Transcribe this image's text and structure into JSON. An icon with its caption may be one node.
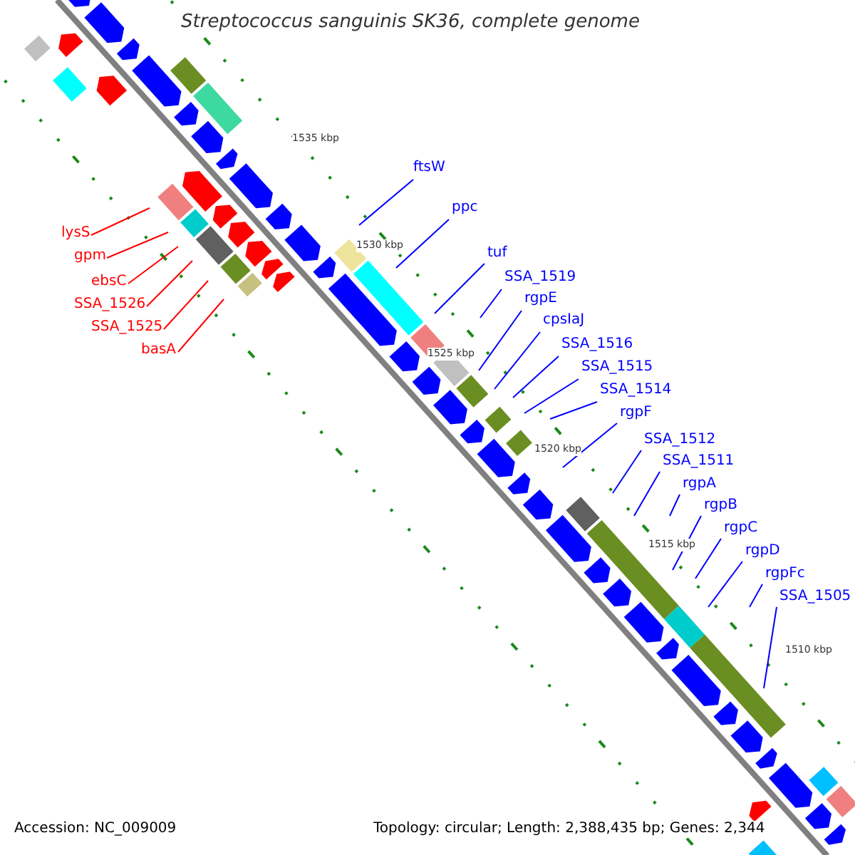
{
  "diagram": {
    "title": "Streptococcus sanguinis SK36, complete genome",
    "nodes": [
      {
        "text": [
          "ftsW"
        ]
      },
      {
        "text": [
          "ppc"
        ]
      },
      {
        "text": [
          "tuf"
        ]
      },
      {
        "text": [
          "SSA_1519"
        ]
      },
      {
        "text": [
          "rgpE"
        ]
      },
      {
        "text": [
          "cpsIaJ"
        ]
      },
      {
        "text": [
          "SSA_1516"
        ]
      },
      {
        "text": [
          "SSA_1515"
        ]
      },
      {
        "text": [
          "SSA_1514"
        ]
      },
      {
        "text": [
          "rgpF"
        ]
      },
      {
        "text": [
          "SSA_1512"
        ]
      },
      {
        "text": [
          "SSA_1511"
        ]
      },
      {
        "text": [
          "rgpA"
        ]
      },
      {
        "text": [
          "rgpB"
        ]
      },
      {
        "text": [
          "rgpC"
        ]
      },
      {
        "text": [
          "rgpD"
        ]
      },
      {
        "text": [
          "rgpFc"
        ]
      },
      {
        "text": [
          "SSA_1505"
        ]
      },
      {
        "text": [
          "lysS"
        ]
      },
      {
        "text": [
          "gpm"
        ]
      },
      {
        "text": [
          "ebsC"
        ]
      },
      {
        "text": [
          "SSA_1526"
        ]
      },
      {
        "text": [
          "SSA_1525"
        ]
      },
      {
        "text": [
          "basA"
        ]
      }
    ],
    "edges": [
      {
        "from": 0,
        "to": null,
        "arrow": "none"
      },
      {
        "from": 1,
        "to": null,
        "arrow": "none"
      },
      {
        "from": 2,
        "to": null,
        "arrow": "none"
      },
      {
        "from": 3,
        "to": null,
        "arrow": "none"
      },
      {
        "from": 4,
        "to": null,
        "arrow": "none"
      },
      {
        "from": 5,
        "to": null,
        "arrow": "none"
      },
      {
        "from": 6,
        "to": null,
        "arrow": "none"
      },
      {
        "from": 7,
        "to": null,
        "arrow": "none"
      },
      {
        "from": 8,
        "to": null,
        "arrow": "none"
      },
      {
        "from": 9,
        "to": null,
        "arrow": "none"
      },
      {
        "from": 10,
        "to": null,
        "arrow": "none"
      },
      {
        "from": 11,
        "to": null,
        "arrow": "none"
      },
      {
        "from": 12,
        "to": null,
        "arrow": "none"
      },
      {
        "from": 13,
        "to": null,
        "arrow": "none"
      },
      {
        "from": 14,
        "to": null,
        "arrow": "none"
      },
      {
        "from": 15,
        "to": null,
        "arrow": "none"
      },
      {
        "from": 16,
        "to": null,
        "arrow": "none"
      },
      {
        "from": 17,
        "to": null,
        "arrow": "none"
      },
      {
        "from": 18,
        "to": null,
        "arrow": "none",
        "color": "#ff0000"
      },
      {
        "from": 19,
        "to": null,
        "arrow": "none",
        "color": "#ff0000"
      },
      {
        "from": 20,
        "to": null,
        "arrow": "none",
        "color": "#ff0000"
      },
      {
        "from": 21,
        "to": null,
        "arrow": "none",
        "color": "#ff0000"
      },
      {
        "from": 22,
        "to": null,
        "arrow": "none",
        "color": "#ff0000"
      },
      {
        "from": 23,
        "to": null,
        "arrow": "none",
        "color": "#ff0000"
      }
    ],
    "labels": [
      "1535 kbp",
      "1530 kbp",
      "1525 kbp",
      "1520 kbp",
      "1515 kbp",
      "1510 kbp",
      "Accession: NC_009009",
      "Topology: circular; Length: 2,388,435 bp; Genes: 2,344"
    ]
  }
}
